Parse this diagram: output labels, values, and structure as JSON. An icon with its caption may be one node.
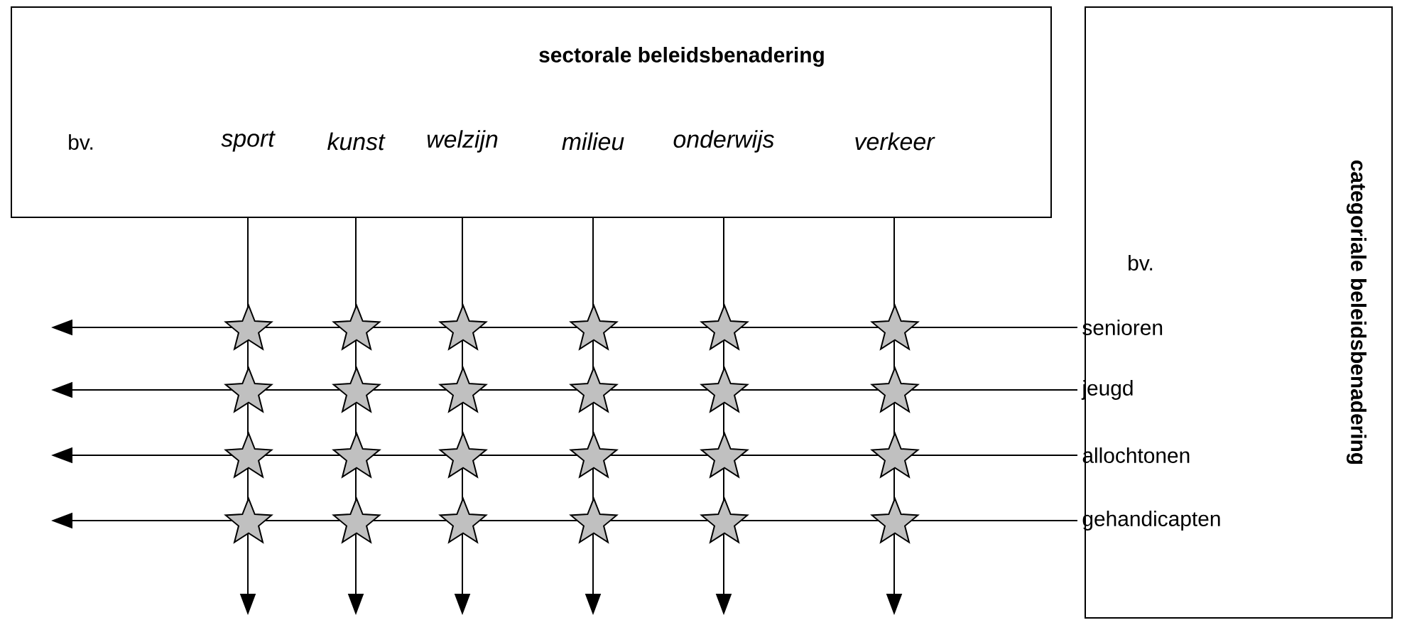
{
  "diagram": {
    "nodes": [
      {
        "text": [
          "sectorale beleidsbenadering",
          "bv."
        ]
      },
      {
        "text": [
          "sport"
        ],
        "in": 0
      },
      {
        "text": [
          "kunst"
        ],
        "in": 0
      },
      {
        "text": [
          "welzijn"
        ],
        "in": 0
      },
      {
        "text": [
          "milieu"
        ],
        "in": 0
      },
      {
        "text": [
          "onderwijs"
        ],
        "in": 0
      },
      {
        "text": [
          "verkeer"
        ],
        "in": 0
      },
      {
        "text": [
          "categoriale beleidsbenadering",
          "bv."
        ]
      },
      {
        "text": [
          "senioren"
        ],
        "in": 7
      },
      {
        "text": [
          "jeugd"
        ],
        "in": 7
      },
      {
        "text": [
          "allochtonen"
        ],
        "in": 7
      },
      {
        "text": [
          "gehandicapten"
        ],
        "in": 7
      }
    ],
    "edges": [
      {
        "from": 1,
        "to": null,
        "arrow": "to"
      },
      {
        "from": 2,
        "to": null,
        "arrow": "to"
      },
      {
        "from": 3,
        "to": null,
        "arrow": "to"
      },
      {
        "from": 4,
        "to": null,
        "arrow": "to"
      },
      {
        "from": 5,
        "to": null,
        "arrow": "to"
      },
      {
        "from": 6,
        "to": null,
        "arrow": "to"
      },
      {
        "from": 8,
        "to": null,
        "arrow": "to"
      },
      {
        "from": 9,
        "to": null,
        "arrow": "to"
      },
      {
        "from": 10,
        "to": null,
        "arrow": "to"
      },
      {
        "from": 11,
        "to": null,
        "arrow": "to"
      }
    ]
  }
}
